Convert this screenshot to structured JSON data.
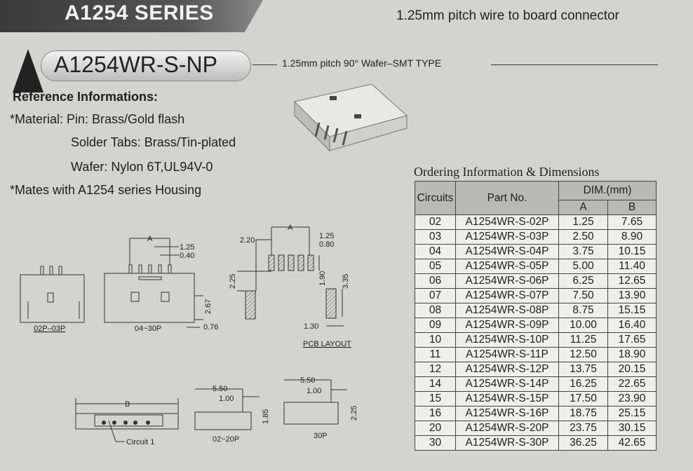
{
  "header": {
    "series": "A1254 SERIES",
    "subtitle": "1.25mm pitch wire to board connector"
  },
  "part": {
    "title": "A1254WR-S-NP",
    "subtitle": "1.25mm pitch 90°  Wafer–SMT TYPE"
  },
  "reference": {
    "title": "Reference Informations:",
    "lines": [
      "*Material: Pin: Brass/Gold flash",
      "Solder Tabs: Brass/Tin-plated",
      "Wafer: Nylon 6T,UL94V-0",
      "*Mates with A1254 series Housing"
    ]
  },
  "drawings": {
    "front_small_label": "02P–03P",
    "front_large_label": "04~30P",
    "dim_a": "A",
    "dim_125": "1.25",
    "dim_040": "0.40",
    "dim_267": "2.67",
    "dim_076": "0.76",
    "pcb_label": "PCB LAYOUT",
    "pcb_220": "2.20",
    "pcb_125": "1.25",
    "pcb_080": "0.80",
    "pcb_225": "2.25",
    "pcb_190": "1.90",
    "pcb_335": "3.35",
    "pcb_130": "1.30",
    "dim_b": "B",
    "circuit1": "Circuit 1",
    "side1_550": "5.50",
    "side1_100": "1.00",
    "side1_185": "1.85",
    "side1_label": "02~20P",
    "side2_550": "5.50",
    "side2_100": "1.00",
    "side2_225": "2.25",
    "side2_label": "30P"
  },
  "ordering": {
    "title": "Ordering Information & Dimensions",
    "headers": {
      "circuits": "Circuits",
      "part_no": "Part No.",
      "dim": "DIM.(mm)",
      "a": "A",
      "b": "B"
    },
    "rows": [
      [
        "02",
        "A1254WR-S-02P",
        "1.25",
        "7.65"
      ],
      [
        "03",
        "A1254WR-S-03P",
        "2.50",
        "8.90"
      ],
      [
        "04",
        "A1254WR-S-04P",
        "3.75",
        "10.15"
      ],
      [
        "05",
        "A1254WR-S-05P",
        "5.00",
        "11.40"
      ],
      [
        "06",
        "A1254WR-S-06P",
        "6.25",
        "12.65"
      ],
      [
        "07",
        "A1254WR-S-07P",
        "7.50",
        "13.90"
      ],
      [
        "08",
        "A1254WR-S-08P",
        "8.75",
        "15.15"
      ],
      [
        "09",
        "A1254WR-S-09P",
        "10.00",
        "16.40"
      ],
      [
        "10",
        "A1254WR-S-10P",
        "11.25",
        "17.65"
      ],
      [
        "11",
        "A1254WR-S-11P",
        "12.50",
        "18.90"
      ],
      [
        "12",
        "A1254WR-S-12P",
        "13.75",
        "20.15"
      ],
      [
        "14",
        "A1254WR-S-14P",
        "16.25",
        "22.65"
      ],
      [
        "15",
        "A1254WR-S-15P",
        "17.50",
        "23.90"
      ],
      [
        "16",
        "A1254WR-S-16P",
        "18.75",
        "25.15"
      ],
      [
        "20",
        "A1254WR-S-20P",
        "23.75",
        "30.15"
      ],
      [
        "30",
        "A1254WR-S-30P",
        "36.25",
        "42.65"
      ]
    ]
  }
}
